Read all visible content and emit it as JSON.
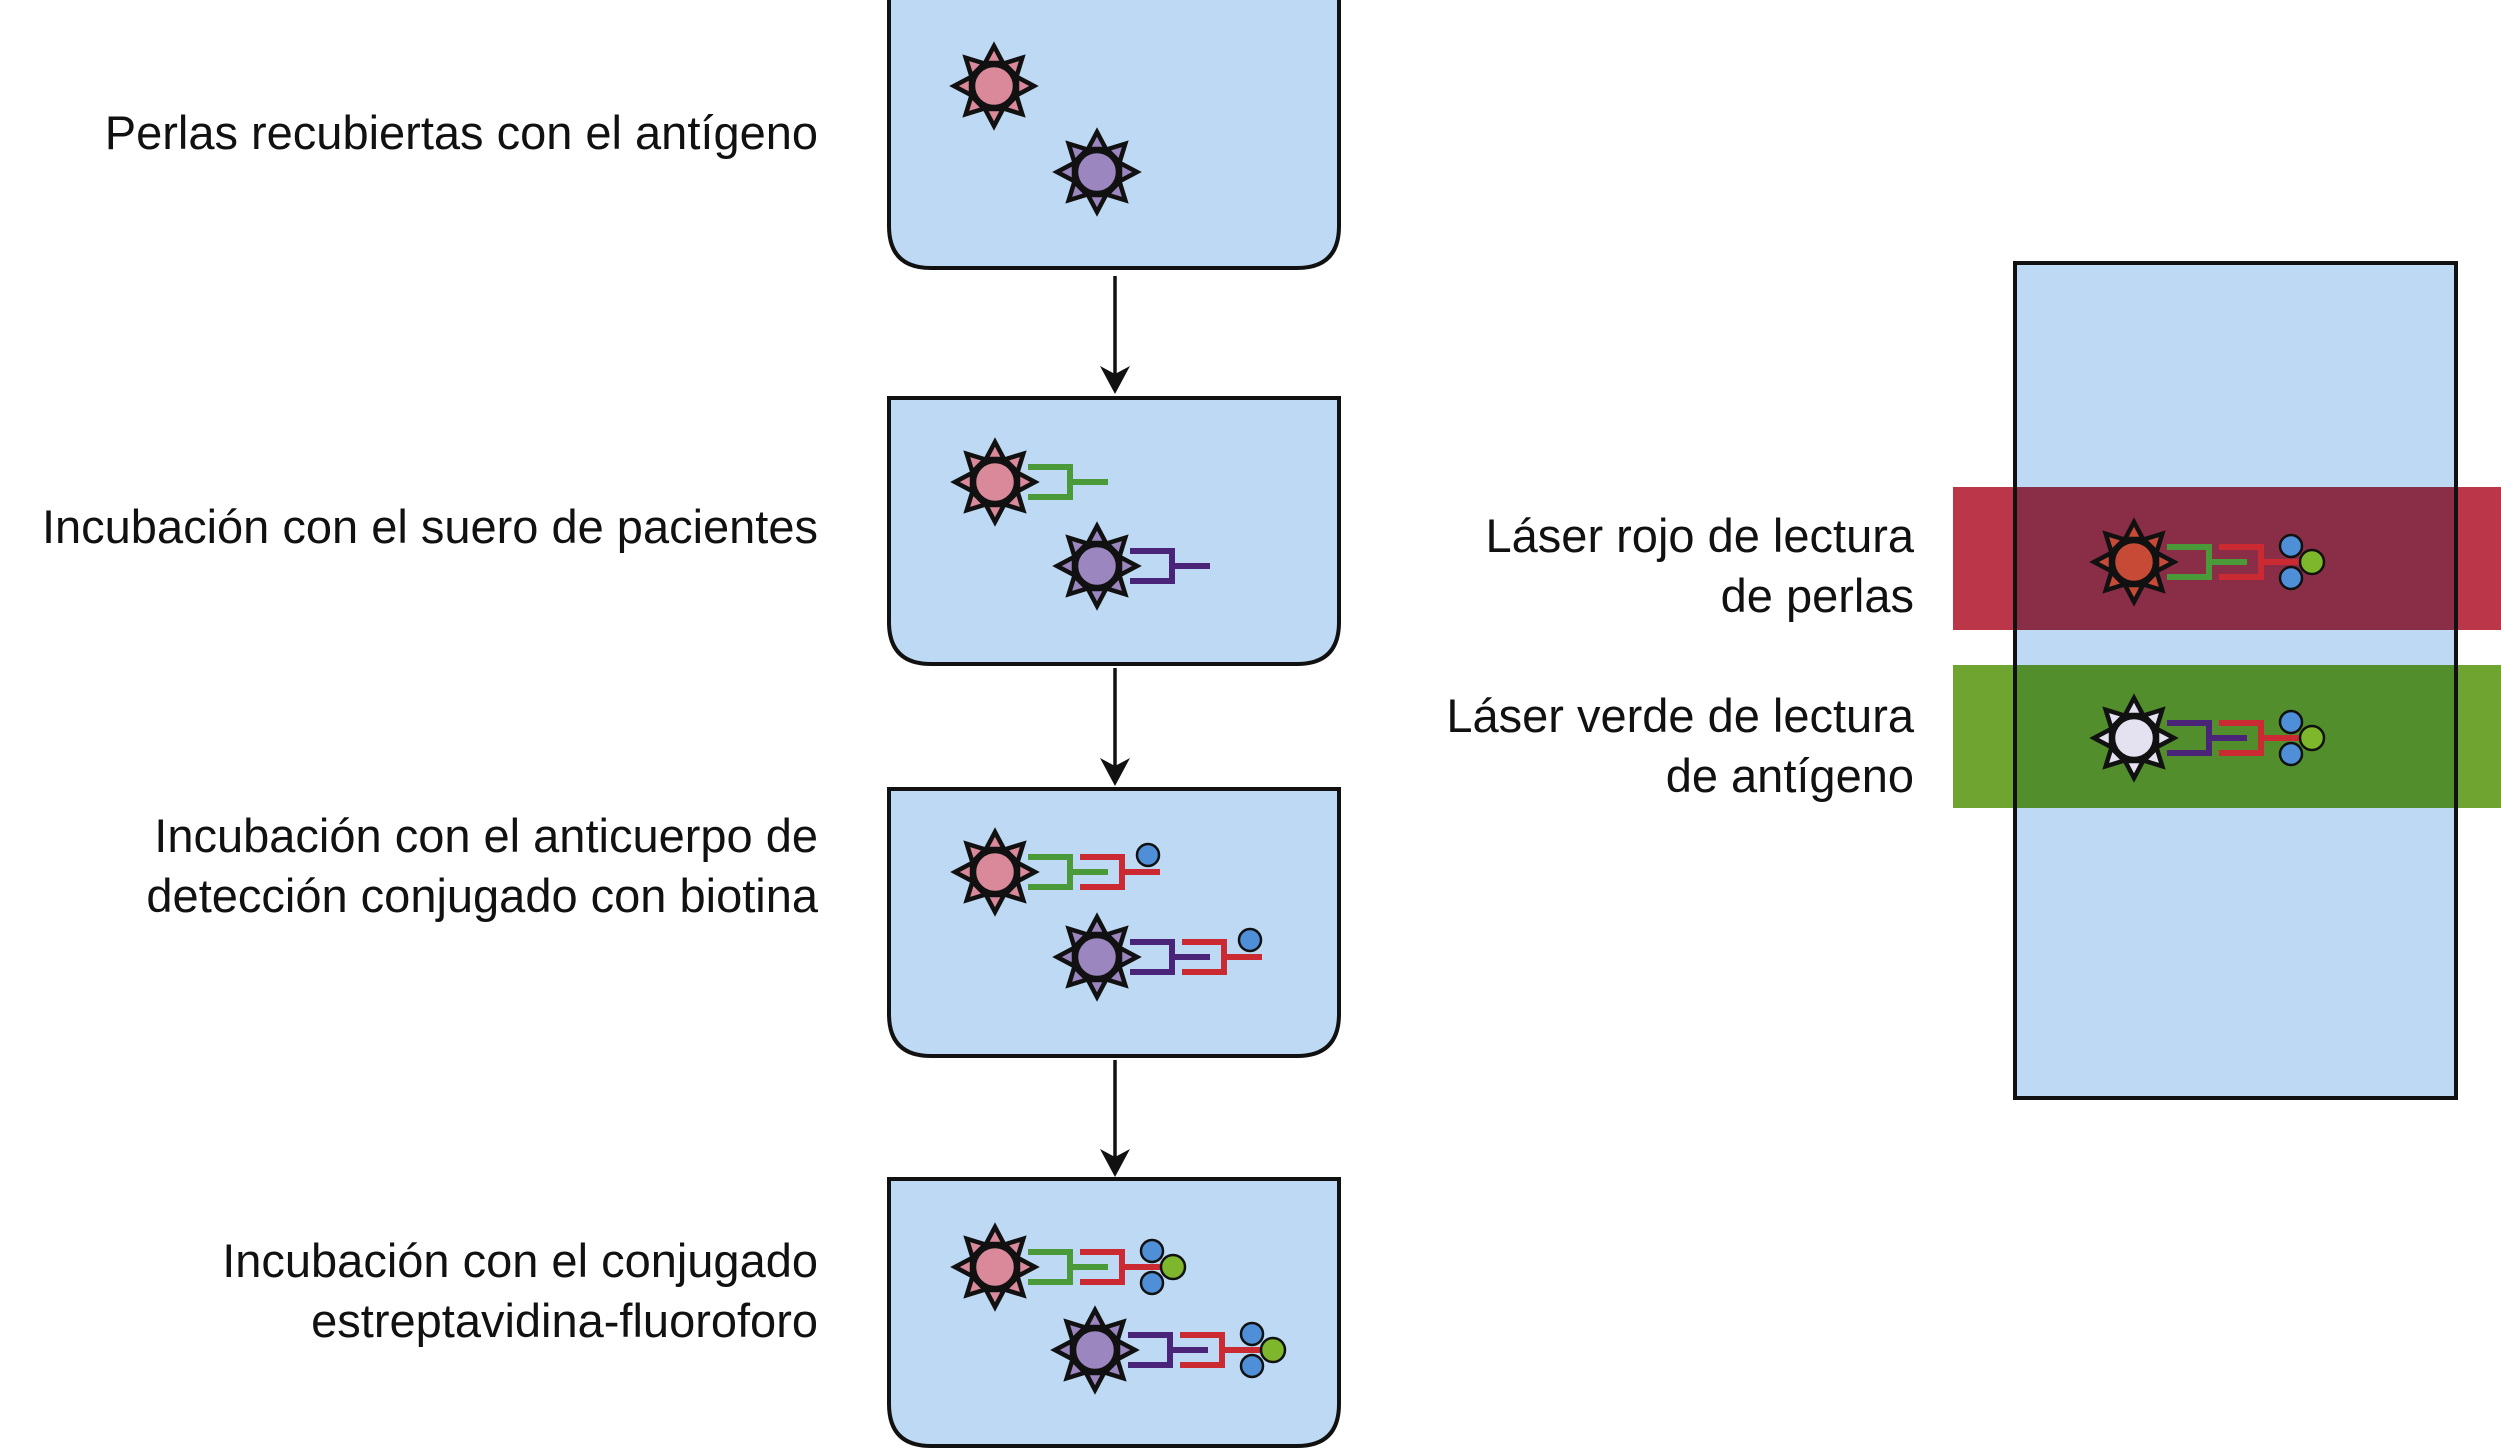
{
  "diagram": {
    "type": "flow-process",
    "colors": {
      "well_fill": "#bed9f3",
      "outline": "#111111",
      "bead_pink": "#d9899a",
      "bead_purple": "#9b86c0",
      "bead_red": "#c64a35",
      "bead_white": "#e4e2f0",
      "antibody_green": "#4a9a3a",
      "antibody_purple": "#4a2478",
      "antibody_red": "#cc2a33",
      "biotin_blue": "#4f8fd8",
      "fluorophore_green": "#7eb62c",
      "laser_red": "#bb3649",
      "laser_red_overlap": "#8a2e47",
      "laser_green": "#6ea42f",
      "laser_green_overlap": "#528e2c"
    },
    "steps": [
      {
        "label_lines": [
          "Perlas recubiertas con el antígeno"
        ],
        "stage": "bead"
      },
      {
        "label_lines": [
          "Incubación con el suero de pacientes"
        ],
        "stage": "serum"
      },
      {
        "label_lines": [
          "Incubación con el anticuerpo de",
          "detección conjugado con biotina"
        ],
        "stage": "biotin"
      },
      {
        "label_lines": [
          "Incubación con el conjugado",
          "estreptavidina-fluoroforo"
        ],
        "stage": "fluorophore"
      }
    ],
    "readout": {
      "lasers": [
        {
          "label_lines": [
            "Láser rojo de lectura",
            "de perlas"
          ],
          "color_key": "red",
          "bead": "red",
          "capture": "green"
        },
        {
          "label_lines": [
            "Láser verde de lectura",
            "de antígeno"
          ],
          "color_key": "green",
          "bead": "white",
          "capture": "purple"
        }
      ]
    }
  }
}
